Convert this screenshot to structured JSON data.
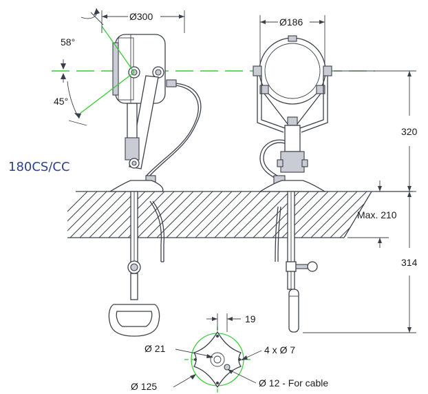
{
  "model_label": "180CS/CC",
  "dimensions": {
    "head_width": "Ø300",
    "lens_diameter": "Ø186",
    "tilt_up": "58°",
    "tilt_down": "45°",
    "height_above_deck": "320",
    "max_deck_thickness": "Max. 210",
    "height_below_deck": "314",
    "bolt_spacing": "19",
    "center_hole": "Ø 21",
    "mount_holes": "4 x Ø 7",
    "base_circle": "Ø 125",
    "cable_hole": "Ø 12 - For cable"
  },
  "colors": {
    "line": "#3a3f4a",
    "axis_green": "#33cc33",
    "label_blue": "#2b3f8f"
  }
}
